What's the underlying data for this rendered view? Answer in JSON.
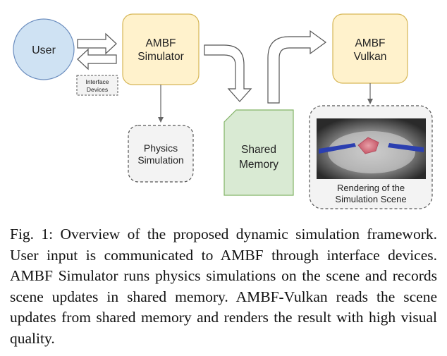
{
  "diagram": {
    "user": "User",
    "interface_devices": [
      "Interface",
      "Devices"
    ],
    "ambf_simulator": [
      "AMBF",
      "Simulator"
    ],
    "physics_simulation": [
      "Physics",
      "Simulation"
    ],
    "shared_memory": [
      "Shared",
      "Memory"
    ],
    "ambf_vulkan": [
      "AMBF",
      "Vulkan"
    ],
    "rendering": [
      "Rendering of the",
      "Simulation Scene"
    ]
  },
  "caption": "Fig. 1: Overview of the proposed dynamic simulation framework. User input is communicated to AMBF through interface devices. AMBF Simulator runs physics simulations on the scene and records scene updates in shared memory. AMBF-Vulkan reads the scene updates from shared memory and renders the result with high visual quality.",
  "colors": {
    "user_fill": "#cfe2f3",
    "user_stroke": "#6c8ebf",
    "ambf_fill": "#fff2cc",
    "ambf_stroke": "#d6b656",
    "memory_fill": "#d9ead3",
    "memory_stroke": "#82b366",
    "dashed_fill": "#f3f3f3",
    "dashed_stroke": "#555555"
  }
}
